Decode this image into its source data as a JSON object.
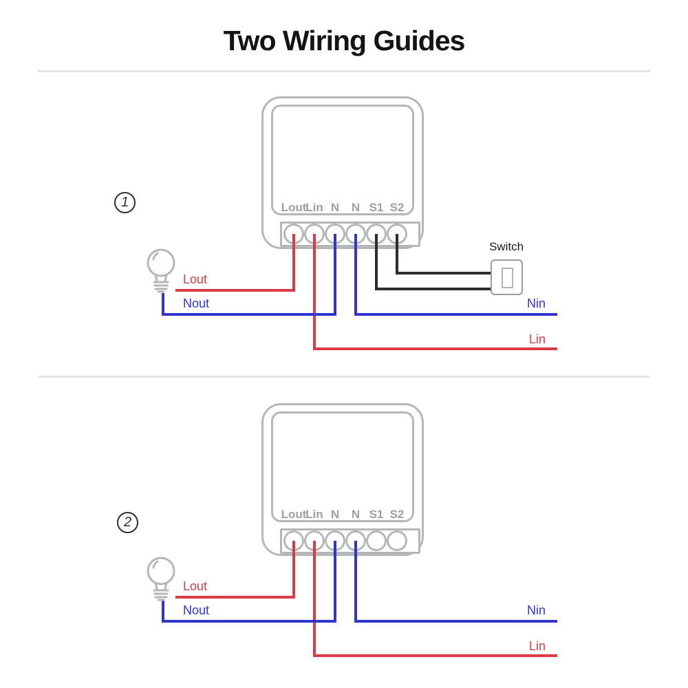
{
  "page": {
    "title": "Two Wiring Guides"
  },
  "colors": {
    "live": "#dc3a45",
    "neutral": "#3135cb",
    "swire": "#2d2d2d",
    "device": "#b4b7b9",
    "dlabel": "#9aa0a3",
    "divider": "#e4e4e4",
    "ink": "#141414"
  },
  "module": {
    "terminals": [
      "Lout",
      "Lin",
      "N",
      "N",
      "S1",
      "S2"
    ]
  },
  "icons": {
    "bulb": "light-bulb-icon"
  },
  "d1": {
    "number": "1",
    "lout": "Lout",
    "nout": "Nout",
    "nin": "Nin",
    "lin": "Lin",
    "switch_label": "Switch"
  },
  "d2": {
    "number": "2",
    "lout": "Lout",
    "nout": "Nout",
    "nin": "Nin",
    "lin": "Lin"
  }
}
